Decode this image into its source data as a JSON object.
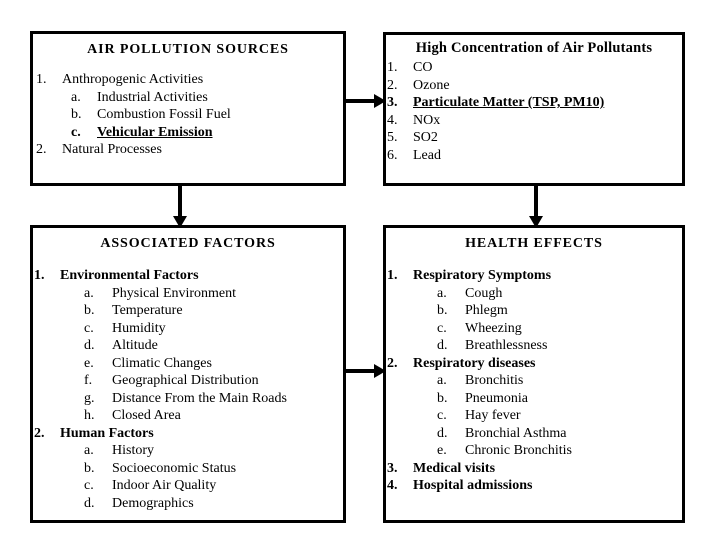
{
  "diagram": {
    "type": "flowchart",
    "boxes": {
      "sources": {
        "title": "AIR POLLUTION SOURCES",
        "items": [
          {
            "marker": "1.",
            "text": "Anthropogenic Activities",
            "level": 1,
            "bold": false,
            "underline": false
          },
          {
            "marker": "a.",
            "text": "Industrial Activities",
            "level": 2,
            "bold": false,
            "underline": false
          },
          {
            "marker": "b.",
            "text": "Combustion Fossil Fuel",
            "level": 2,
            "bold": false,
            "underline": false
          },
          {
            "marker": "c.",
            "text": "Vehicular Emission",
            "level": 2,
            "bold": true,
            "underline": true
          },
          {
            "marker": "2.",
            "text": "Natural Processes",
            "level": 1,
            "bold": false,
            "underline": false
          }
        ]
      },
      "pollutants": {
        "title": "High Concentration of Air Pollutants",
        "items": [
          {
            "marker": "1.",
            "text": "CO",
            "level": 1,
            "bold": false,
            "underline": false
          },
          {
            "marker": "2.",
            "text": "Ozone",
            "level": 1,
            "bold": false,
            "underline": false
          },
          {
            "marker": "3.",
            "text": "Particulate Matter (TSP, PM10)",
            "level": 1,
            "bold": true,
            "underline": true
          },
          {
            "marker": "4.",
            "text": "NOx",
            "level": 1,
            "bold": false,
            "underline": false
          },
          {
            "marker": "5.",
            "text": "SO2",
            "level": 1,
            "bold": false,
            "underline": false
          },
          {
            "marker": "6.",
            "text": "Lead",
            "level": 1,
            "bold": false,
            "underline": false
          }
        ]
      },
      "factors": {
        "title": "ASSOCIATED FACTORS",
        "items": [
          {
            "marker": "1.",
            "text": "Environmental Factors",
            "level": 1,
            "bold": true,
            "underline": false
          },
          {
            "marker": "a.",
            "text": "Physical Environment",
            "level": 2,
            "bold": false,
            "underline": false
          },
          {
            "marker": "b.",
            "text": "Temperature",
            "level": 2,
            "bold": false,
            "underline": false
          },
          {
            "marker": "c.",
            "text": "Humidity",
            "level": 2,
            "bold": false,
            "underline": false
          },
          {
            "marker": "d.",
            "text": "Altitude",
            "level": 2,
            "bold": false,
            "underline": false
          },
          {
            "marker": "e.",
            "text": "Climatic Changes",
            "level": 2,
            "bold": false,
            "underline": false
          },
          {
            "marker": "f.",
            "text": "Geographical Distribution",
            "level": 2,
            "bold": false,
            "underline": false
          },
          {
            "marker": "g.",
            "text": "Distance From the Main Roads",
            "level": 2,
            "bold": false,
            "underline": false
          },
          {
            "marker": "h.",
            "text": "Closed Area",
            "level": 2,
            "bold": false,
            "underline": false
          },
          {
            "marker": "2.",
            "text": "Human Factors",
            "level": 1,
            "bold": true,
            "underline": false
          },
          {
            "marker": "a.",
            "text": "History",
            "level": 2,
            "bold": false,
            "underline": false
          },
          {
            "marker": "b.",
            "text": "Socioeconomic Status",
            "level": 2,
            "bold": false,
            "underline": false
          },
          {
            "marker": "c.",
            "text": "Indoor Air Quality",
            "level": 2,
            "bold": false,
            "underline": false
          },
          {
            "marker": "d.",
            "text": "Demographics",
            "level": 2,
            "bold": false,
            "underline": false
          }
        ]
      },
      "health": {
        "title": "HEALTH EFFECTS",
        "items": [
          {
            "marker": "1.",
            "text": "Respiratory  Symptoms",
            "level": 1,
            "bold": true,
            "underline": false
          },
          {
            "marker": "a.",
            "text": "Cough",
            "level": 2,
            "bold": false,
            "underline": false
          },
          {
            "marker": "b.",
            "text": "Phlegm",
            "level": 2,
            "bold": false,
            "underline": false
          },
          {
            "marker": "c.",
            "text": "Wheezing",
            "level": 2,
            "bold": false,
            "underline": false
          },
          {
            "marker": "d.",
            "text": "Breathlessness",
            "level": 2,
            "bold": false,
            "underline": false
          },
          {
            "marker": "2.",
            "text": "Respiratory diseases",
            "level": 1,
            "bold": true,
            "underline": false
          },
          {
            "marker": "a.",
            "text": "Bronchitis",
            "level": 2,
            "bold": false,
            "underline": false
          },
          {
            "marker": "b.",
            "text": "Pneumonia",
            "level": 2,
            "bold": false,
            "underline": false
          },
          {
            "marker": "c.",
            "text": "Hay fever",
            "level": 2,
            "bold": false,
            "underline": false
          },
          {
            "marker": "d.",
            "text": "Bronchial Asthma",
            "level": 2,
            "bold": false,
            "underline": false
          },
          {
            "marker": "e.",
            "text": "Chronic Bronchitis",
            "level": 2,
            "bold": false,
            "underline": false
          },
          {
            "marker": "3.",
            "text": "Medical visits",
            "level": 1,
            "bold": true,
            "underline": false
          },
          {
            "marker": "4.",
            "text": "Hospital admissions",
            "level": 1,
            "bold": true,
            "underline": false
          }
        ]
      }
    },
    "connectors": [
      {
        "name": "sources-to-pollutants",
        "from": "sources",
        "to": "pollutants",
        "direction": "right"
      },
      {
        "name": "sources-to-factors",
        "from": "sources",
        "to": "factors",
        "direction": "down"
      },
      {
        "name": "pollutants-to-health",
        "from": "pollutants",
        "to": "health",
        "direction": "down"
      },
      {
        "name": "factors-to-health",
        "from": "factors",
        "to": "health",
        "direction": "right"
      }
    ],
    "colors": {
      "line": "#000000",
      "text": "#000000",
      "background": "#ffffff"
    }
  }
}
